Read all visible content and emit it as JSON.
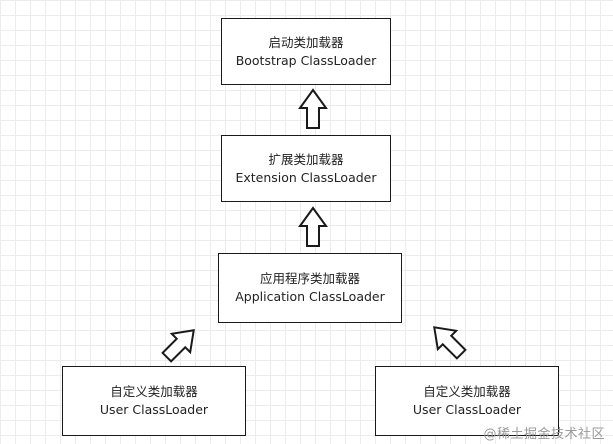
{
  "nodes": {
    "bootstrap": {
      "title": "启动类加载器",
      "subtitle": "Bootstrap ClassLoader"
    },
    "extension": {
      "title": "扩展类加载器",
      "subtitle": "Extension ClassLoader"
    },
    "application": {
      "title": "应用程序类加载器",
      "subtitle": "Application ClassLoader"
    },
    "user_left": {
      "title": "自定义类加载器",
      "subtitle": "User ClassLoader"
    },
    "user_right": {
      "title": "自定义类加载器",
      "subtitle": "User ClassLoader"
    }
  },
  "edges": [
    {
      "from": "extension",
      "to": "bootstrap"
    },
    {
      "from": "application",
      "to": "extension"
    },
    {
      "from": "user_left",
      "to": "application"
    },
    {
      "from": "user_right",
      "to": "application"
    }
  ],
  "watermark": "@稀土掘金技术社区"
}
